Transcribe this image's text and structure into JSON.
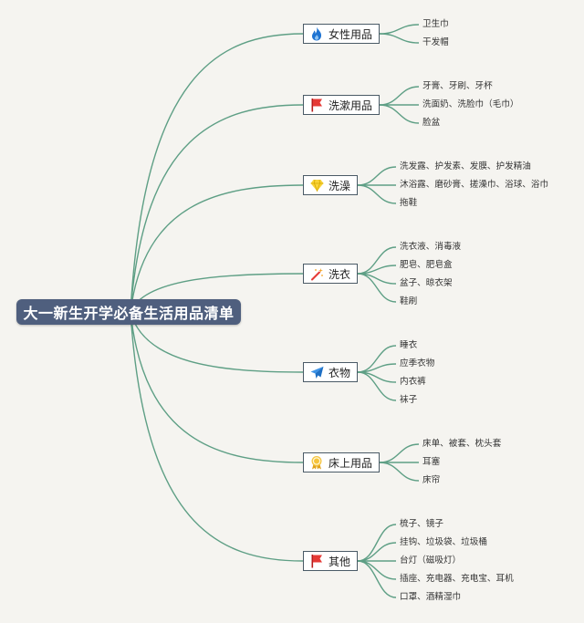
{
  "root": {
    "label": "大一新生开学必备生活用品清单"
  },
  "branches": [
    {
      "label": "女性用品",
      "icon": "flame-icon",
      "items": [
        "卫生巾",
        "干发帽"
      ]
    },
    {
      "label": "洗漱用品",
      "icon": "red-flag-icon",
      "items": [
        "牙膏、牙刷、牙杯",
        "洗面奶、洗脸巾（毛巾）",
        "脸盆"
      ]
    },
    {
      "label": "洗澡",
      "icon": "diamond-icon",
      "items": [
        "洗发露、护发素、发膜、护发精油",
        "沐浴露、磨砂膏、搓澡巾、浴球、浴巾",
        "拖鞋"
      ]
    },
    {
      "label": "洗衣",
      "icon": "magic-wand-icon",
      "items": [
        "洗衣液、消毒液",
        "肥皂、肥皂盒",
        "盆子、晾衣架",
        "鞋刷"
      ]
    },
    {
      "label": "衣物",
      "icon": "paper-plane-icon",
      "items": [
        "睡衣",
        "应季衣物",
        "内衣裤",
        "袜子"
      ]
    },
    {
      "label": "床上用品",
      "icon": "medal-icon",
      "items": [
        "床单、被套、枕头套",
        "耳塞",
        "床帘"
      ]
    },
    {
      "label": "其他",
      "icon": "red-flag-icon",
      "items": [
        "梳子、镜子",
        "挂钩、垃圾袋、垃圾桶",
        "台灯（磁吸灯）",
        "插座、充电器、充电宝、耳机",
        "口罩、酒精湿巾"
      ]
    }
  ],
  "colors": {
    "line": "#5e9f85",
    "root_bg": "#4f5f7e",
    "border": "#4a5a66"
  }
}
